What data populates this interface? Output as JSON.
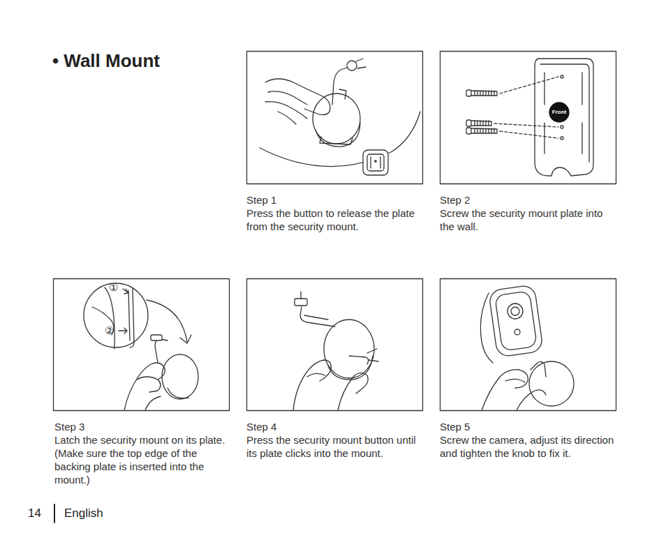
{
  "diagram": {
    "title": "• Wall Mount",
    "labels": [
      "Step 1",
      "Press the button to release the plate from the security mount.",
      "Step 2",
      "Screw the security mount plate into the wall.",
      "Front",
      "Step 3",
      "Latch the security mount on its plate. (Make sure the top edge of the backing plate is inserted into the mount.)",
      "①",
      "②",
      "Step 4",
      "Press the security mount button until its plate clicks into the mount.",
      "Step 5",
      "Screw the camera, adjust its direction and tighten the knob to fix it.",
      "14",
      "English"
    ]
  }
}
